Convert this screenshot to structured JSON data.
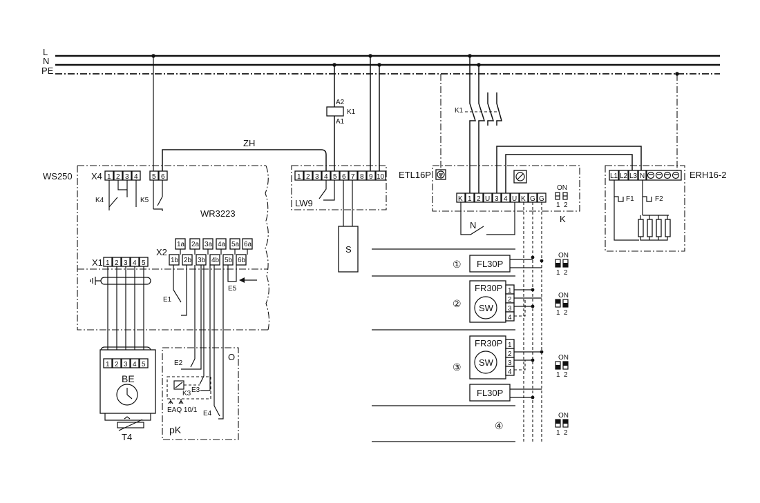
{
  "bus": {
    "l": "L",
    "n": "N",
    "pe": "PE"
  },
  "ws250": {
    "title": "WS250",
    "x4": "X4",
    "x4_terms": [
      "1",
      "2",
      "3",
      "4"
    ],
    "k4": "K4",
    "k5": "K5",
    "k5_terms": [
      "5",
      "6"
    ],
    "wr": "WR3223",
    "x2": "X2",
    "x2_top": [
      "1a",
      "2a",
      "3a",
      "4a",
      "5a",
      "6a"
    ],
    "x2_bottom": [
      "1b",
      "2b",
      "3b",
      "4b",
      "5b",
      "6b"
    ],
    "x1": "X1",
    "x1_terms": [
      "1",
      "2",
      "3",
      "4",
      "5"
    ],
    "e1": "E1",
    "e5": "E5"
  },
  "zh": "ZH",
  "contactor_k1": {
    "a2": "A2",
    "a1": "A1",
    "label": "K1"
  },
  "lw9": {
    "label": "LW9",
    "terms": [
      "1",
      "2",
      "3",
      "4",
      "5",
      "6",
      "7",
      "8",
      "9",
      "10"
    ],
    "s": "S"
  },
  "be": {
    "label": "BE",
    "terms": [
      "1",
      "2",
      "3",
      "4",
      "5"
    ],
    "t4": "T4"
  },
  "pk": {
    "label": "pK",
    "o": "O",
    "e2": "E2",
    "e3": "E3",
    "e4": "E4",
    "k3": "K3",
    "eaq": "EAQ 10/1"
  },
  "etl16p": {
    "label": "ETL16P",
    "k1": "K1",
    "terms": [
      "K",
      "1",
      "2",
      "U",
      "3",
      "4",
      "U",
      "K",
      "G",
      "G"
    ],
    "n": "N",
    "k": "K",
    "on": "ON",
    "sw1": "1",
    "sw2": "2"
  },
  "erh16": {
    "label": "ERH16-2",
    "terms": [
      "L1",
      "L2",
      "L3",
      "N"
    ],
    "f1": "F1",
    "f2": "F2"
  },
  "rooms": [
    {
      "num": "①",
      "devices": [
        "FL30P"
      ]
    },
    {
      "num": "②",
      "devices": [
        "FR30P"
      ],
      "sw": "SW",
      "terms": [
        "1",
        "2",
        "3",
        "4"
      ]
    },
    {
      "num": "③",
      "devices": [
        "FR30P",
        "FL30P"
      ],
      "sw": "SW",
      "terms": [
        "1",
        "2",
        "3",
        "4"
      ]
    },
    {
      "num": "④",
      "devices": []
    }
  ],
  "dip": {
    "on": "ON",
    "one": "1",
    "two": "2"
  }
}
